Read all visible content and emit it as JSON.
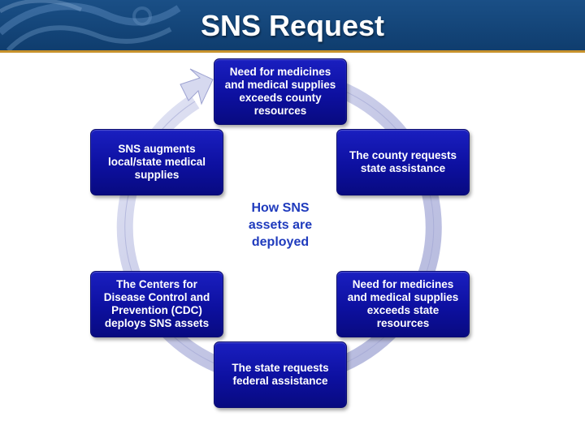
{
  "slide": {
    "title": "SNS Request"
  },
  "diagram": {
    "center_label": "How SNS assets are deployed",
    "steps": [
      {
        "label": "Need for medicines and medical supplies exceeds county resources"
      },
      {
        "label": "The county requests state assistance"
      },
      {
        "label": "Need for medicines and medical supplies exceeds state resources"
      },
      {
        "label": "The state requests federal assistance"
      },
      {
        "label": "The Centers for Disease Control and Prevention (CDC) deploys SNS assets"
      },
      {
        "label": "SNS augments local/state medical supplies"
      }
    ],
    "colors": {
      "header": "#0f3d6e",
      "accent_rule": "#c7922c",
      "step_box": "#0d10a0",
      "cycle_arrow": "#c5c8e6",
      "center_text": "#1f3bbd"
    }
  }
}
